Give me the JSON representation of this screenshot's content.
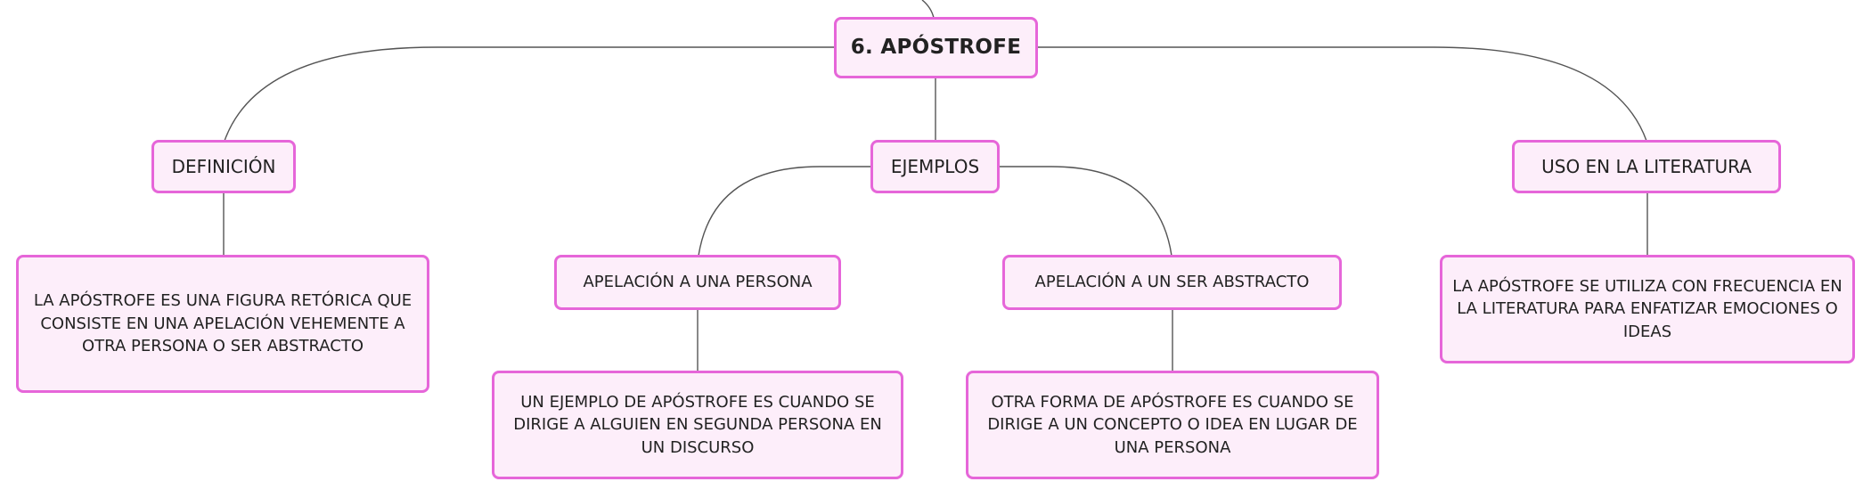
{
  "root": {
    "label": "6. APÓSTROFE"
  },
  "branches": {
    "definicion": {
      "label": "DEFINICIÓN",
      "text": "LA APÓSTROFE ES UNA FIGURA RETÓRICA QUE CONSISTE EN UNA APELACIÓN VEHEMENTE A OTRA PERSONA O SER ABSTRACTO"
    },
    "ejemplos": {
      "label": "EJEMPLOS",
      "persona": {
        "label": "APELACIÓN A UNA PERSONA",
        "text": "UN EJEMPLO DE APÓSTROFE ES CUANDO SE DIRIGE A ALGUIEN EN SEGUNDA PERSONA EN UN DISCURSO"
      },
      "abstracto": {
        "label": "APELACIÓN A UN SER ABSTRACTO",
        "text": "OTRA FORMA DE APÓSTROFE ES CUANDO SE DIRIGE A UN CONCEPTO O IDEA EN LUGAR DE UNA PERSONA"
      }
    },
    "uso": {
      "label": "USO EN LA LITERATURA",
      "text": "LA APÓSTROFE SE UTILIZA CON FRECUENCIA EN LA LITERATURA PARA ENFATIZAR EMOCIONES O IDEAS"
    }
  },
  "colors": {
    "node_fill": "#fdeefa",
    "node_border": "#e666d9",
    "connector": "#555555",
    "text": "#222222"
  }
}
